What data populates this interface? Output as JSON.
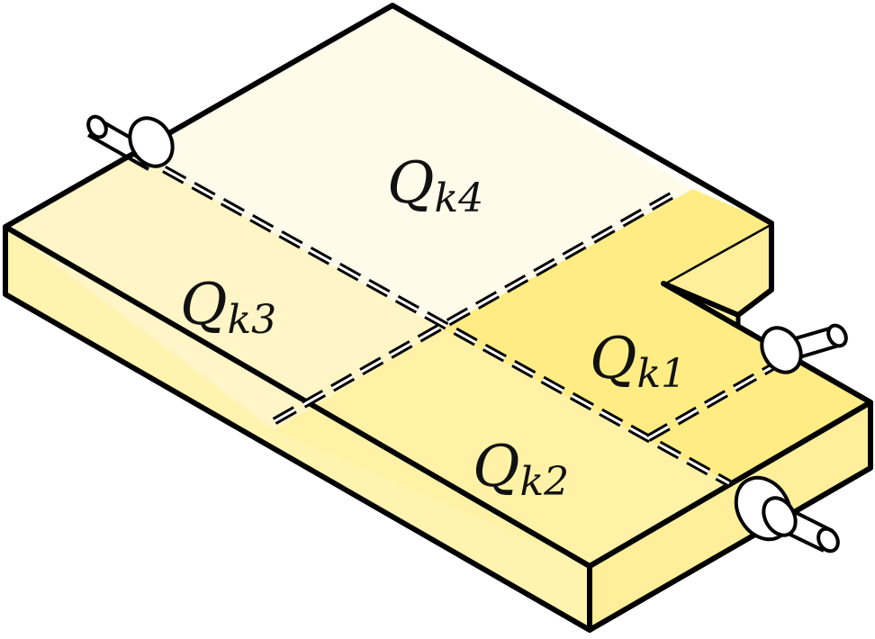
{
  "regions": [
    {
      "id": "k4",
      "label": "Q",
      "sub": "k4"
    },
    {
      "id": "k3",
      "label": "Q",
      "sub": "k3"
    },
    {
      "id": "k1",
      "label": "Q",
      "sub": "k1"
    },
    {
      "id": "k2",
      "label": "Q",
      "sub": "k2"
    }
  ],
  "colors": {
    "k4": "#fffbea",
    "k3": "#fff5c6",
    "k1": "#ffec84",
    "k2": "#fff2a6",
    "side_front": "#fff3b0",
    "side_right": "#ffef9a",
    "outline": "#000000"
  }
}
